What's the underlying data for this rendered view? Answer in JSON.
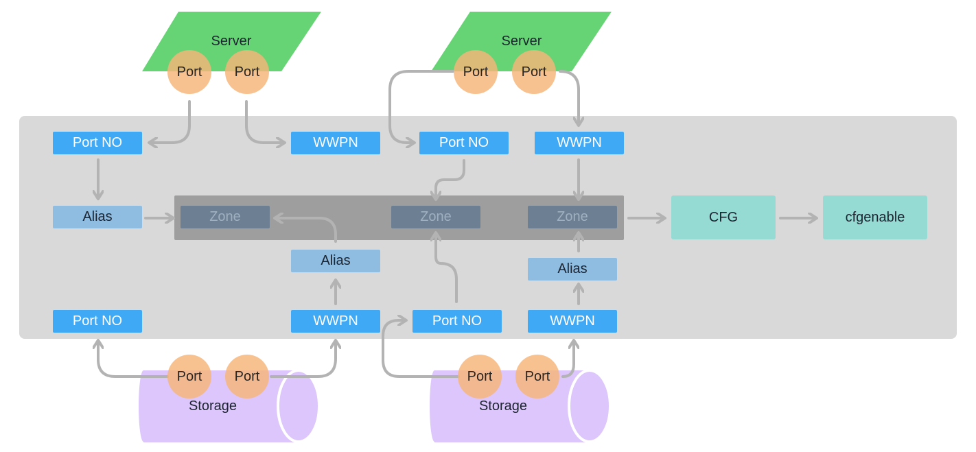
{
  "colors": {
    "fabric_panel": "#d9d9d9",
    "zone_set": "#9e9e9e",
    "server": "#66d474",
    "storage": "#dcc6fb",
    "port": "#f6b478",
    "port_no_wwpn": "#3fa9f5",
    "alias": "#8fbde2",
    "zone": "#6d7f92",
    "cfg": "#95dad3",
    "arrow": "#b3b3b3"
  },
  "servers": [
    {
      "label": "Server",
      "ports": [
        "Port",
        "Port"
      ]
    },
    {
      "label": "Server",
      "ports": [
        "Port",
        "Port"
      ]
    }
  ],
  "storages": [
    {
      "label": "Storage",
      "ports": [
        "Port",
        "Port"
      ]
    },
    {
      "label": "Storage",
      "ports": [
        "Port",
        "Port"
      ]
    }
  ],
  "fabric": {
    "top_row": [
      "Port NO",
      "WWPN",
      "Port NO",
      "WWPN"
    ],
    "bottom_row": [
      "Port NO",
      "WWPN",
      "Port NO",
      "WWPN"
    ],
    "aliases": [
      "Alias",
      "Alias",
      "Alias"
    ],
    "zones": [
      "Zone",
      "Zone",
      "Zone"
    ],
    "cfg": "CFG",
    "cfgenable": "cfgenable"
  }
}
